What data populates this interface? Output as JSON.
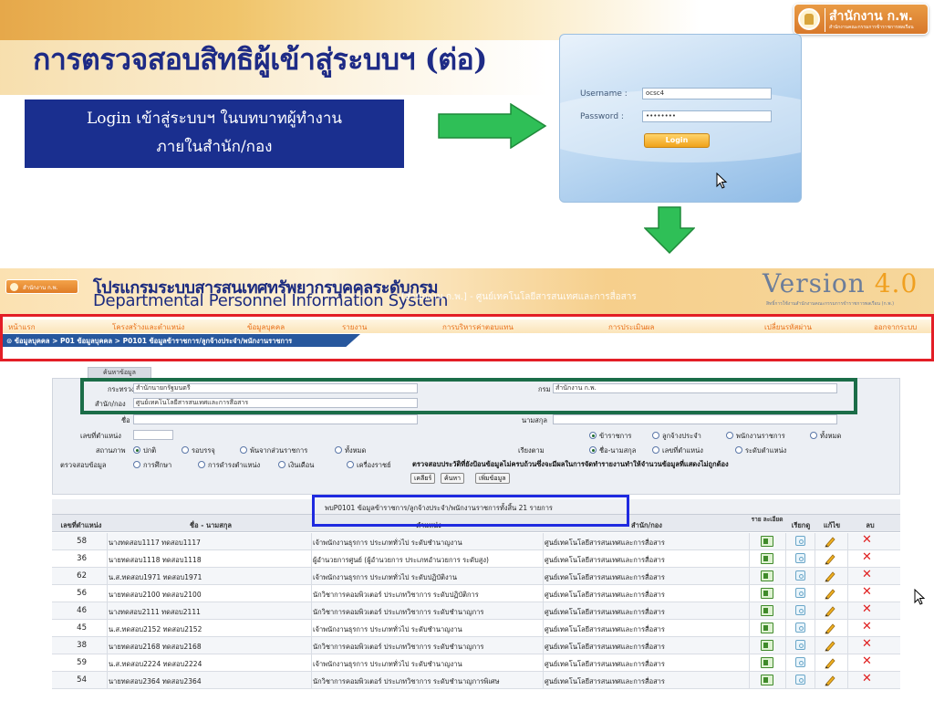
{
  "brand": {
    "name": "สำนักงาน ก.พ.",
    "tagline": "สำนักงานคณะกรรมการข้าราชการพลเรือน"
  },
  "slide": {
    "title": "การตรวจสอบสิทธิผู้เข้าสู่ระบบฯ (ต่อ)",
    "callout_line1": "Login เข้าสู่ระบบฯ ในบทบาทผู้ทำงาน",
    "callout_line2": "ภายในสำนัก/กอง"
  },
  "login": {
    "username_label": "Username :",
    "username_value": "ocsc4",
    "password_label": "Password :",
    "password_value": "••••••••",
    "login_button": "Login"
  },
  "app": {
    "logo_text": "สำนักงาน ก.พ.",
    "title": "โปรแกรมระบบสารสนเทศทรัพยากรบุคคลระดับกรม",
    "subtitle": "Departmental Personnel Information System",
    "org_line": "[สำนักงาน ก.พ.] - ศูนย์เทคโนโลยีสารสนเทศและการสื่อสาร",
    "version_word": "Version",
    "version_number": "4.0",
    "version_sub": "สิทธิ์การใช้งานสำนักงานคณะกรรมการข้าราชการพลเรือน (ก.พ.)"
  },
  "menu": {
    "items": [
      "หน้าแรก",
      "โครงสร้างและตำแหน่ง",
      "ข้อมูลบุคคล",
      "รายงาน",
      "การบริหารค่าตอบแทน",
      "การประเมินผล",
      "เปลี่ยนรหัสผ่าน",
      "ออกจากระบบ"
    ],
    "breadcrumb": "⊙ ข้อมูลบุคคล > P01 ข้อมูลบุคคล > P0101 ข้อมูลข้าราชการ/ลูกจ้างประจำ/พนักงานราชการ"
  },
  "search": {
    "tab_label": "ค้นหาข้อมูล",
    "ministry_label": "กระทรวง",
    "ministry_value": "สำนักนายกรัฐมนตรี",
    "department_label": "กรม",
    "department_value": "สำนักงาน ก.พ.",
    "division_label": "สำนัก/กอง",
    "division_value": "ศูนย์เทคโนโลยีสารสนเทศและการสื่อสาร",
    "firstname_label": "ชื่อ",
    "lastname_label": "นามสกุล",
    "position_no_label": "เลขที่ตำแหน่ง",
    "status_label": "สถานภาพ",
    "status_options": [
      "ปกติ",
      "รอบรรจุ",
      "พ้นจากส่วนราชการ",
      "ทั้งหมด"
    ],
    "check_label": "ตรวจสอบข้อมูล",
    "check_options": [
      "การศึกษา",
      "การดำรงตำแหน่ง",
      "เงินเดือน",
      "เครื่องราชย์"
    ],
    "type_options": [
      "ข้าราชการ",
      "ลูกจ้างประจำ",
      "พนักงานราชการ",
      "ทั้งหมด"
    ],
    "sort_label": "เรียงตาม",
    "sort_options": [
      "ชื่อ-นามสกุล",
      "เลขที่ตำแหน่ง",
      "ระดับตำแหน่ง"
    ],
    "warning": "ตรวจสอบประวัติที่ยังป้อนข้อมูลไม่ครบถ้วนซึ่งจะมีผลในการจัดทำรายงานทำให้จำนวนข้อมูลที่แสดงไม่ถูกต้อง",
    "buttons": [
      "เคลียร์",
      "ค้นหา",
      "เพิ่มข้อมูล"
    ]
  },
  "table": {
    "caption": "พบP0101 ข้อมูลข้าราชการ/ลูกจ้างประจำ/พนักงานราชการทั้งสิ้น 21 รายการ",
    "headers": [
      "เลขที่ตำแหน่ง",
      "ชื่อ - นามสกุล",
      "ตำแหน่ง",
      "สำนัก/กอง",
      "ราย ละเอียด",
      "เรียกดู",
      "แก้ไข",
      "ลบ"
    ],
    "rows": [
      {
        "no": "58",
        "name": "นางทดสอบ1117 ทดสอบ1117",
        "position": "เจ้าพนักงานธุรการ ประเภททั่วไป ระดับชำนาญงาน",
        "dept": "ศูนย์เทคโนโลยีสารสนเทศและการสื่อสาร"
      },
      {
        "no": "36",
        "name": "นายทดสอบ1118 ทดสอบ1118",
        "position": "ผู้อำนวยการศูนย์ (ผู้อำนวยการ ประเภทอำนวยการ ระดับสูง)",
        "dept": "ศูนย์เทคโนโลยีสารสนเทศและการสื่อสาร"
      },
      {
        "no": "62",
        "name": "น.ส.ทดสอบ1971 ทดสอบ1971",
        "position": "เจ้าพนักงานธุรการ ประเภททั่วไป ระดับปฏิบัติงาน",
        "dept": "ศูนย์เทคโนโลยีสารสนเทศและการสื่อสาร"
      },
      {
        "no": "56",
        "name": "นายทดสอบ2100 ทดสอบ2100",
        "position": "นักวิชาการคอมพิวเตอร์ ประเภทวิชาการ ระดับปฏิบัติการ",
        "dept": "ศูนย์เทคโนโลยีสารสนเทศและการสื่อสาร"
      },
      {
        "no": "46",
        "name": "นางทดสอบ2111 ทดสอบ2111",
        "position": "นักวิชาการคอมพิวเตอร์ ประเภทวิชาการ ระดับชำนาญการ",
        "dept": "ศูนย์เทคโนโลยีสารสนเทศและการสื่อสาร"
      },
      {
        "no": "45",
        "name": "น.ส.ทดสอบ2152 ทดสอบ2152",
        "position": "เจ้าพนักงานธุรการ ประเภททั่วไป ระดับชำนาญงาน",
        "dept": "ศูนย์เทคโนโลยีสารสนเทศและการสื่อสาร"
      },
      {
        "no": "38",
        "name": "นายทดสอบ2168 ทดสอบ2168",
        "position": "นักวิชาการคอมพิวเตอร์ ประเภทวิชาการ ระดับชำนาญการ",
        "dept": "ศูนย์เทคโนโลยีสารสนเทศและการสื่อสาร"
      },
      {
        "no": "59",
        "name": "น.ส.ทดสอบ2224 ทดสอบ2224",
        "position": "เจ้าพนักงานธุรการ ประเภททั่วไป ระดับชำนาญงาน",
        "dept": "ศูนย์เทคโนโลยีสารสนเทศและการสื่อสาร"
      },
      {
        "no": "54",
        "name": "นายทดสอบ2364 ทดสอบ2364",
        "position": "นักวิชาการคอมพิวเตอร์ ประเภทวิชาการ ระดับชำนาญการพิเศษ",
        "dept": "ศูนย์เทคโนโลยีสารสนเทศและการสื่อสาร"
      }
    ]
  },
  "colors": {
    "title_blue": "#1e2b86",
    "callout_bg": "#1a2f8f",
    "arrow_green": "#2fbf57",
    "menu_border": "#e31e26",
    "green_highlight": "#1b6d48",
    "blue_highlight": "#1f2ae0",
    "menu_text": "#e8701a"
  }
}
